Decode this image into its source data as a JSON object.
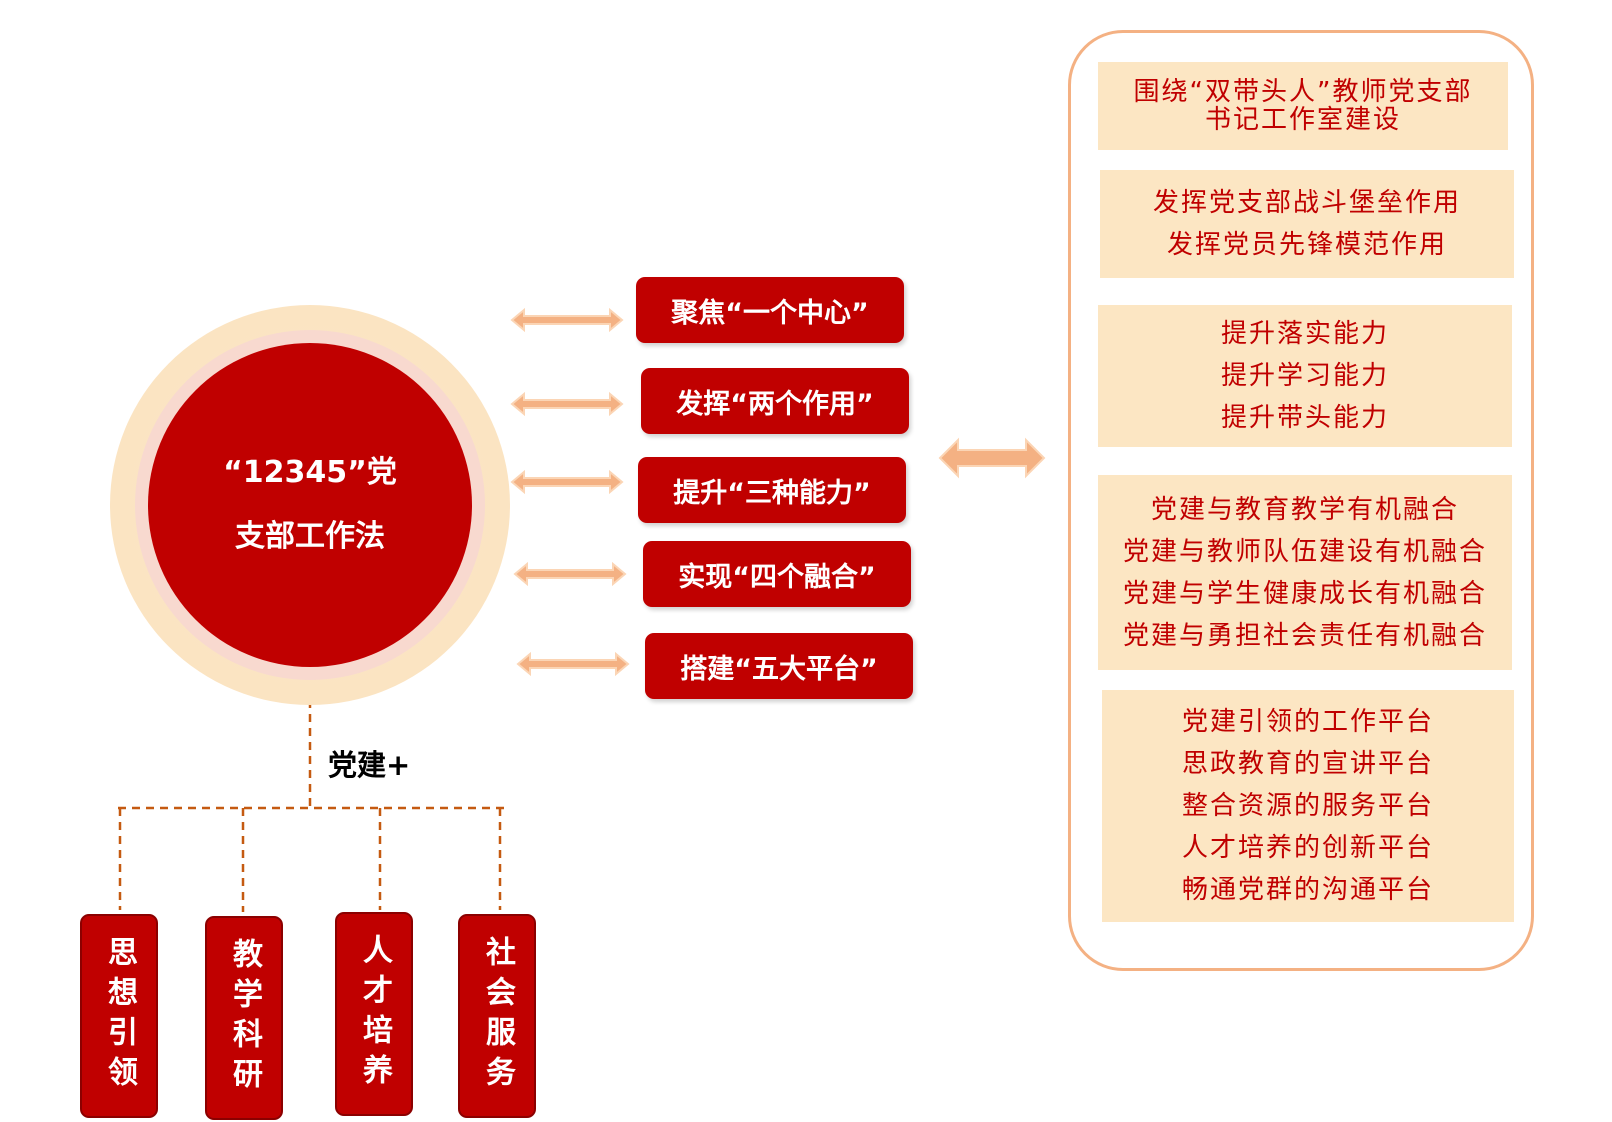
{
  "center": {
    "line1": "“12345”党",
    "line2": "支部工作法"
  },
  "pills": [
    {
      "label": "聚焦“一个中心”"
    },
    {
      "label": "发挥“两个作用”"
    },
    {
      "label": "提升“三种能力”"
    },
    {
      "label": "实现“四个融合”"
    },
    {
      "label": "搭建“五大平台”"
    }
  ],
  "details": [
    {
      "lines": [
        "围绕“双带头人”教师党支部",
        "书记工作室建设"
      ]
    },
    {
      "lines": [
        "发挥党支部战斗堡垒作用",
        "发挥党员先锋模范作用"
      ]
    },
    {
      "lines": [
        "提升落实能力",
        "提升学习能力",
        "提升带头能力"
      ]
    },
    {
      "lines": [
        "党建与教育教学有机融合",
        "党建与教师队伍建设有机融合",
        "党建与学生健康成长有机融合",
        "党建与勇担社会责任有机融合"
      ]
    },
    {
      "lines": [
        "党建引领的工作平台",
        "思政教育的宣讲平台",
        "整合资源的服务平台",
        "人才培养的创新平台",
        "畅通党群的沟通平台"
      ]
    }
  ],
  "branch_label": "党建+",
  "bottom_boxes": [
    {
      "label": "思想引领"
    },
    {
      "label": "教学科研"
    },
    {
      "label": "人才培养"
    },
    {
      "label": "社会服务"
    }
  ],
  "colors": {
    "red": "#c00000",
    "cream": "#fce6c3",
    "arrow": "#f4b183",
    "dash": "#c55a11"
  }
}
